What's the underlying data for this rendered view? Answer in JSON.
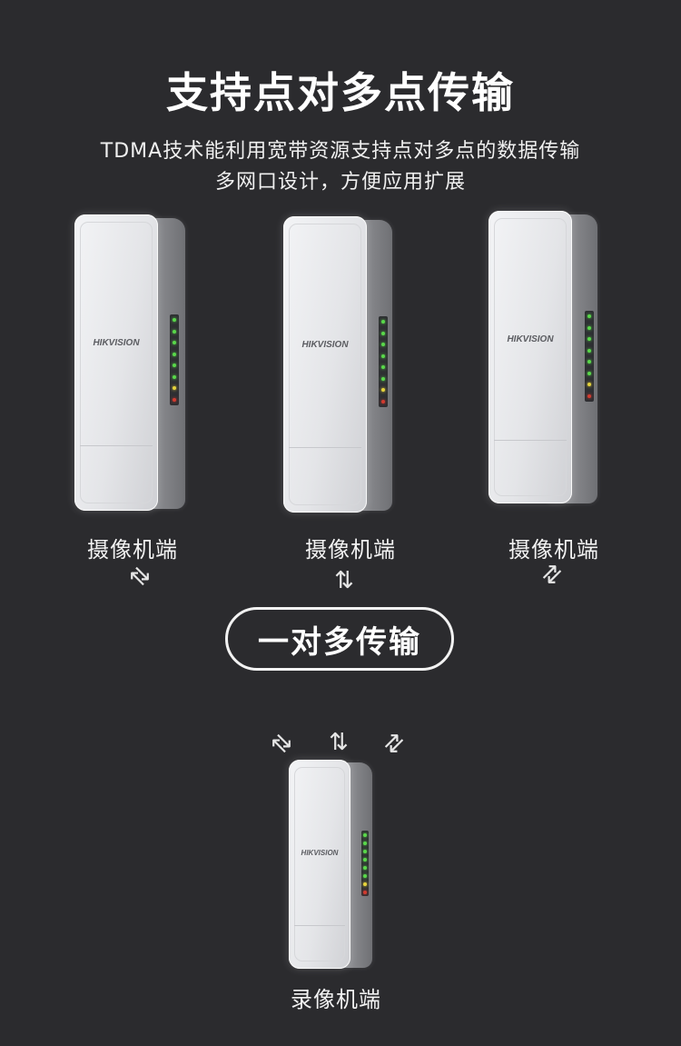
{
  "header": {
    "title": "支持点对多点传输",
    "subtitle_line1": "TDMA技术能利用宽带资源支持点对多点的数据传输",
    "subtitle_line2": "多网口设计，方便应用扩展"
  },
  "devices": {
    "brand": "HIKVISION",
    "camera_label": "摄像机端",
    "recorder_label": "录像机端"
  },
  "center": {
    "pill_text": "一对多传输"
  },
  "icons": {
    "swap": "⇅",
    "led_colors": {
      "green": "#59d84a",
      "yellow": "#e5d23c",
      "red": "#d23b2f"
    }
  },
  "colors": {
    "background": "#2b2b2e",
    "text": "#ffffff"
  }
}
